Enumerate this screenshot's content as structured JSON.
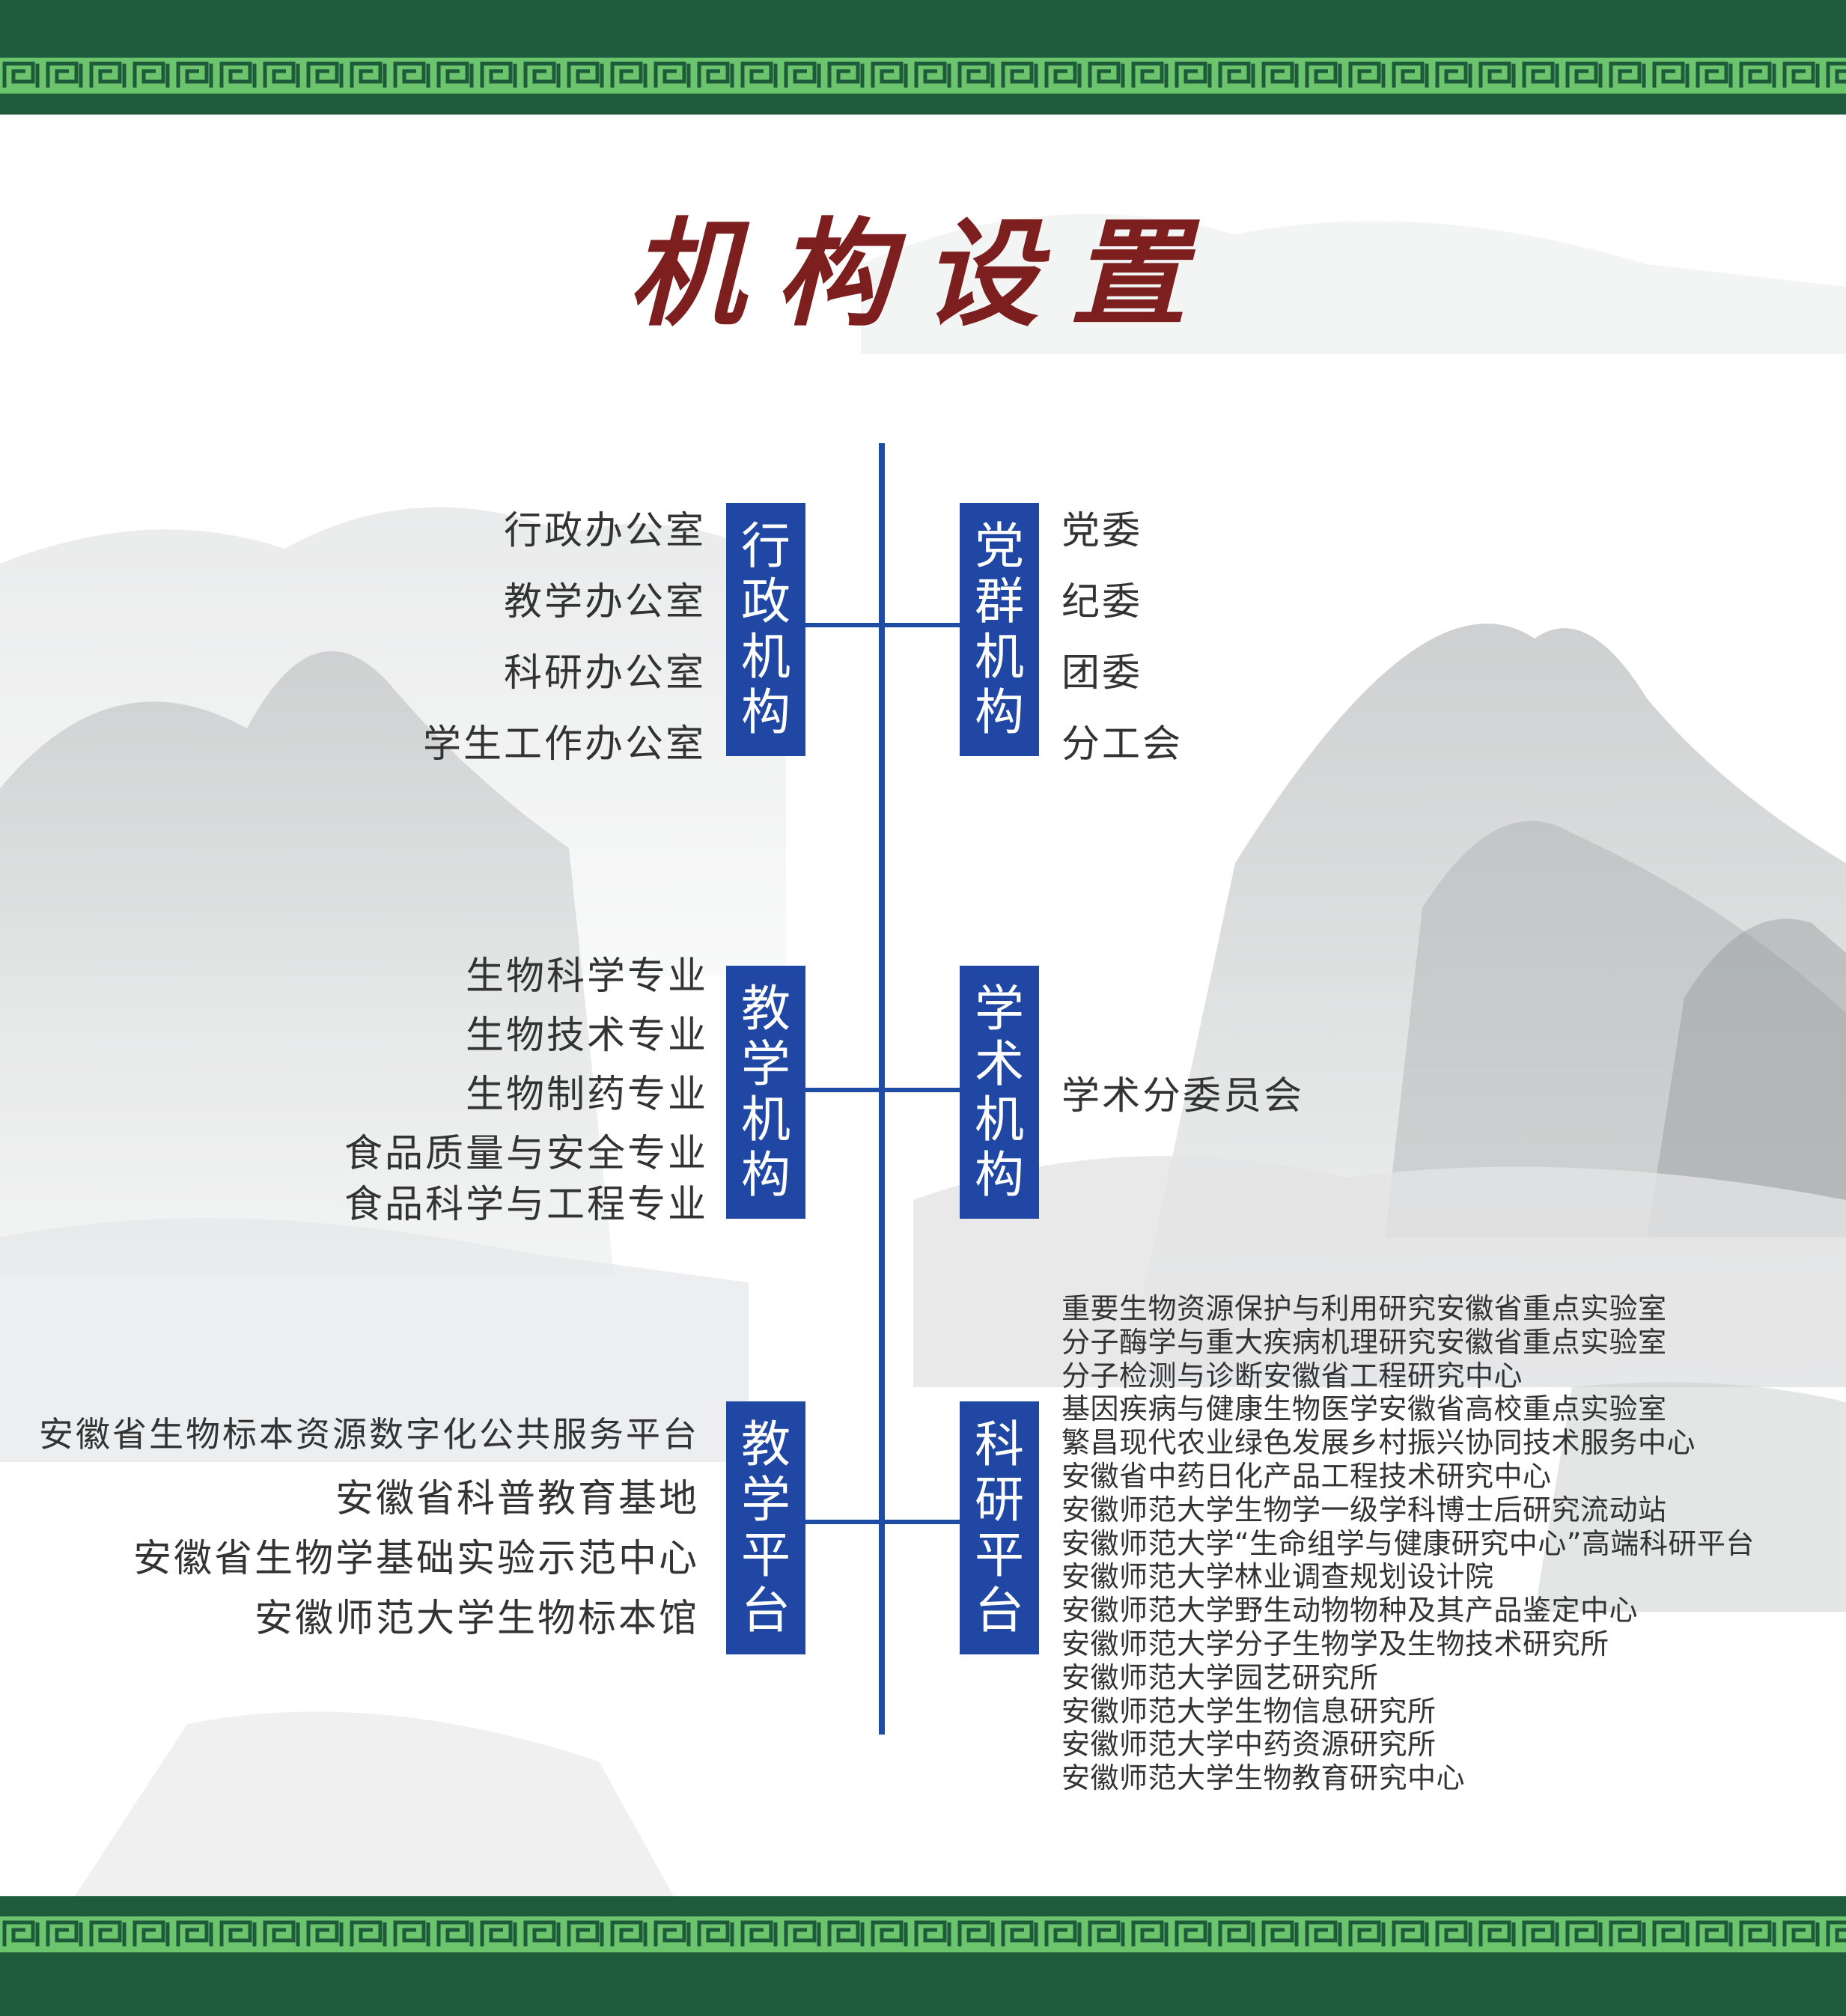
{
  "title": "机构设置",
  "colors": {
    "frame_green": "#1d5b3b",
    "fret_green": "#6cc46d",
    "title_red": "#7d1f1f",
    "category_blue": "#1f47a3",
    "line_blue": "#1f4da6",
    "text": "#333333"
  },
  "categories": {
    "admin": {
      "chars": [
        "行",
        "政",
        "机",
        "构"
      ],
      "items": [
        "行政办公室",
        "教学办公室",
        "科研办公室",
        "学生工作办公室"
      ]
    },
    "party": {
      "chars": [
        "党",
        "群",
        "机",
        "构"
      ],
      "items": [
        "党委",
        "纪委",
        "团委",
        "分工会"
      ]
    },
    "teaching": {
      "chars": [
        "教",
        "学",
        "机",
        "构"
      ],
      "items": [
        "生物科学专业",
        "生物技术专业",
        "生物制药专业",
        "食品质量与安全专业",
        "食品科学与工程专业"
      ]
    },
    "academic": {
      "chars": [
        "学",
        "术",
        "机",
        "构"
      ],
      "items": [
        "学术分委员会"
      ]
    },
    "teaching_platform": {
      "chars": [
        "教",
        "学",
        "平",
        "台"
      ],
      "items": [
        "安徽省生物标本资源数字化公共服务平台",
        "安徽省科普教育基地",
        "安徽省生物学基础实验示范中心",
        "安徽师范大学生物标本馆"
      ]
    },
    "research_platform": {
      "chars": [
        "科",
        "研",
        "平",
        "台"
      ],
      "items": [
        "重要生物资源保护与利用研究安徽省重点实验室",
        "分子酶学与重大疾病机理研究安徽省重点实验室",
        "分子检测与诊断安徽省工程研究中心",
        "基因疾病与健康生物医学安徽省高校重点实验室",
        "繁昌现代农业绿色发展乡村振兴协同技术服务中心",
        "安徽省中药日化产品工程技术研究中心",
        "安徽师范大学生物学一级学科博士后研究流动站",
        "安徽师范大学“生命组学与健康研究中心”高端科研平台",
        "安徽师范大学林业调查规划设计院",
        "安徽师范大学野生动物物种及其产品鉴定中心",
        "安徽师范大学分子生物学及生物技术研究所",
        "安徽师范大学园艺研究所",
        "安徽师范大学生物信息研究所",
        "安徽师范大学中药资源研究所",
        "安徽师范大学生物教育研究中心"
      ]
    }
  }
}
